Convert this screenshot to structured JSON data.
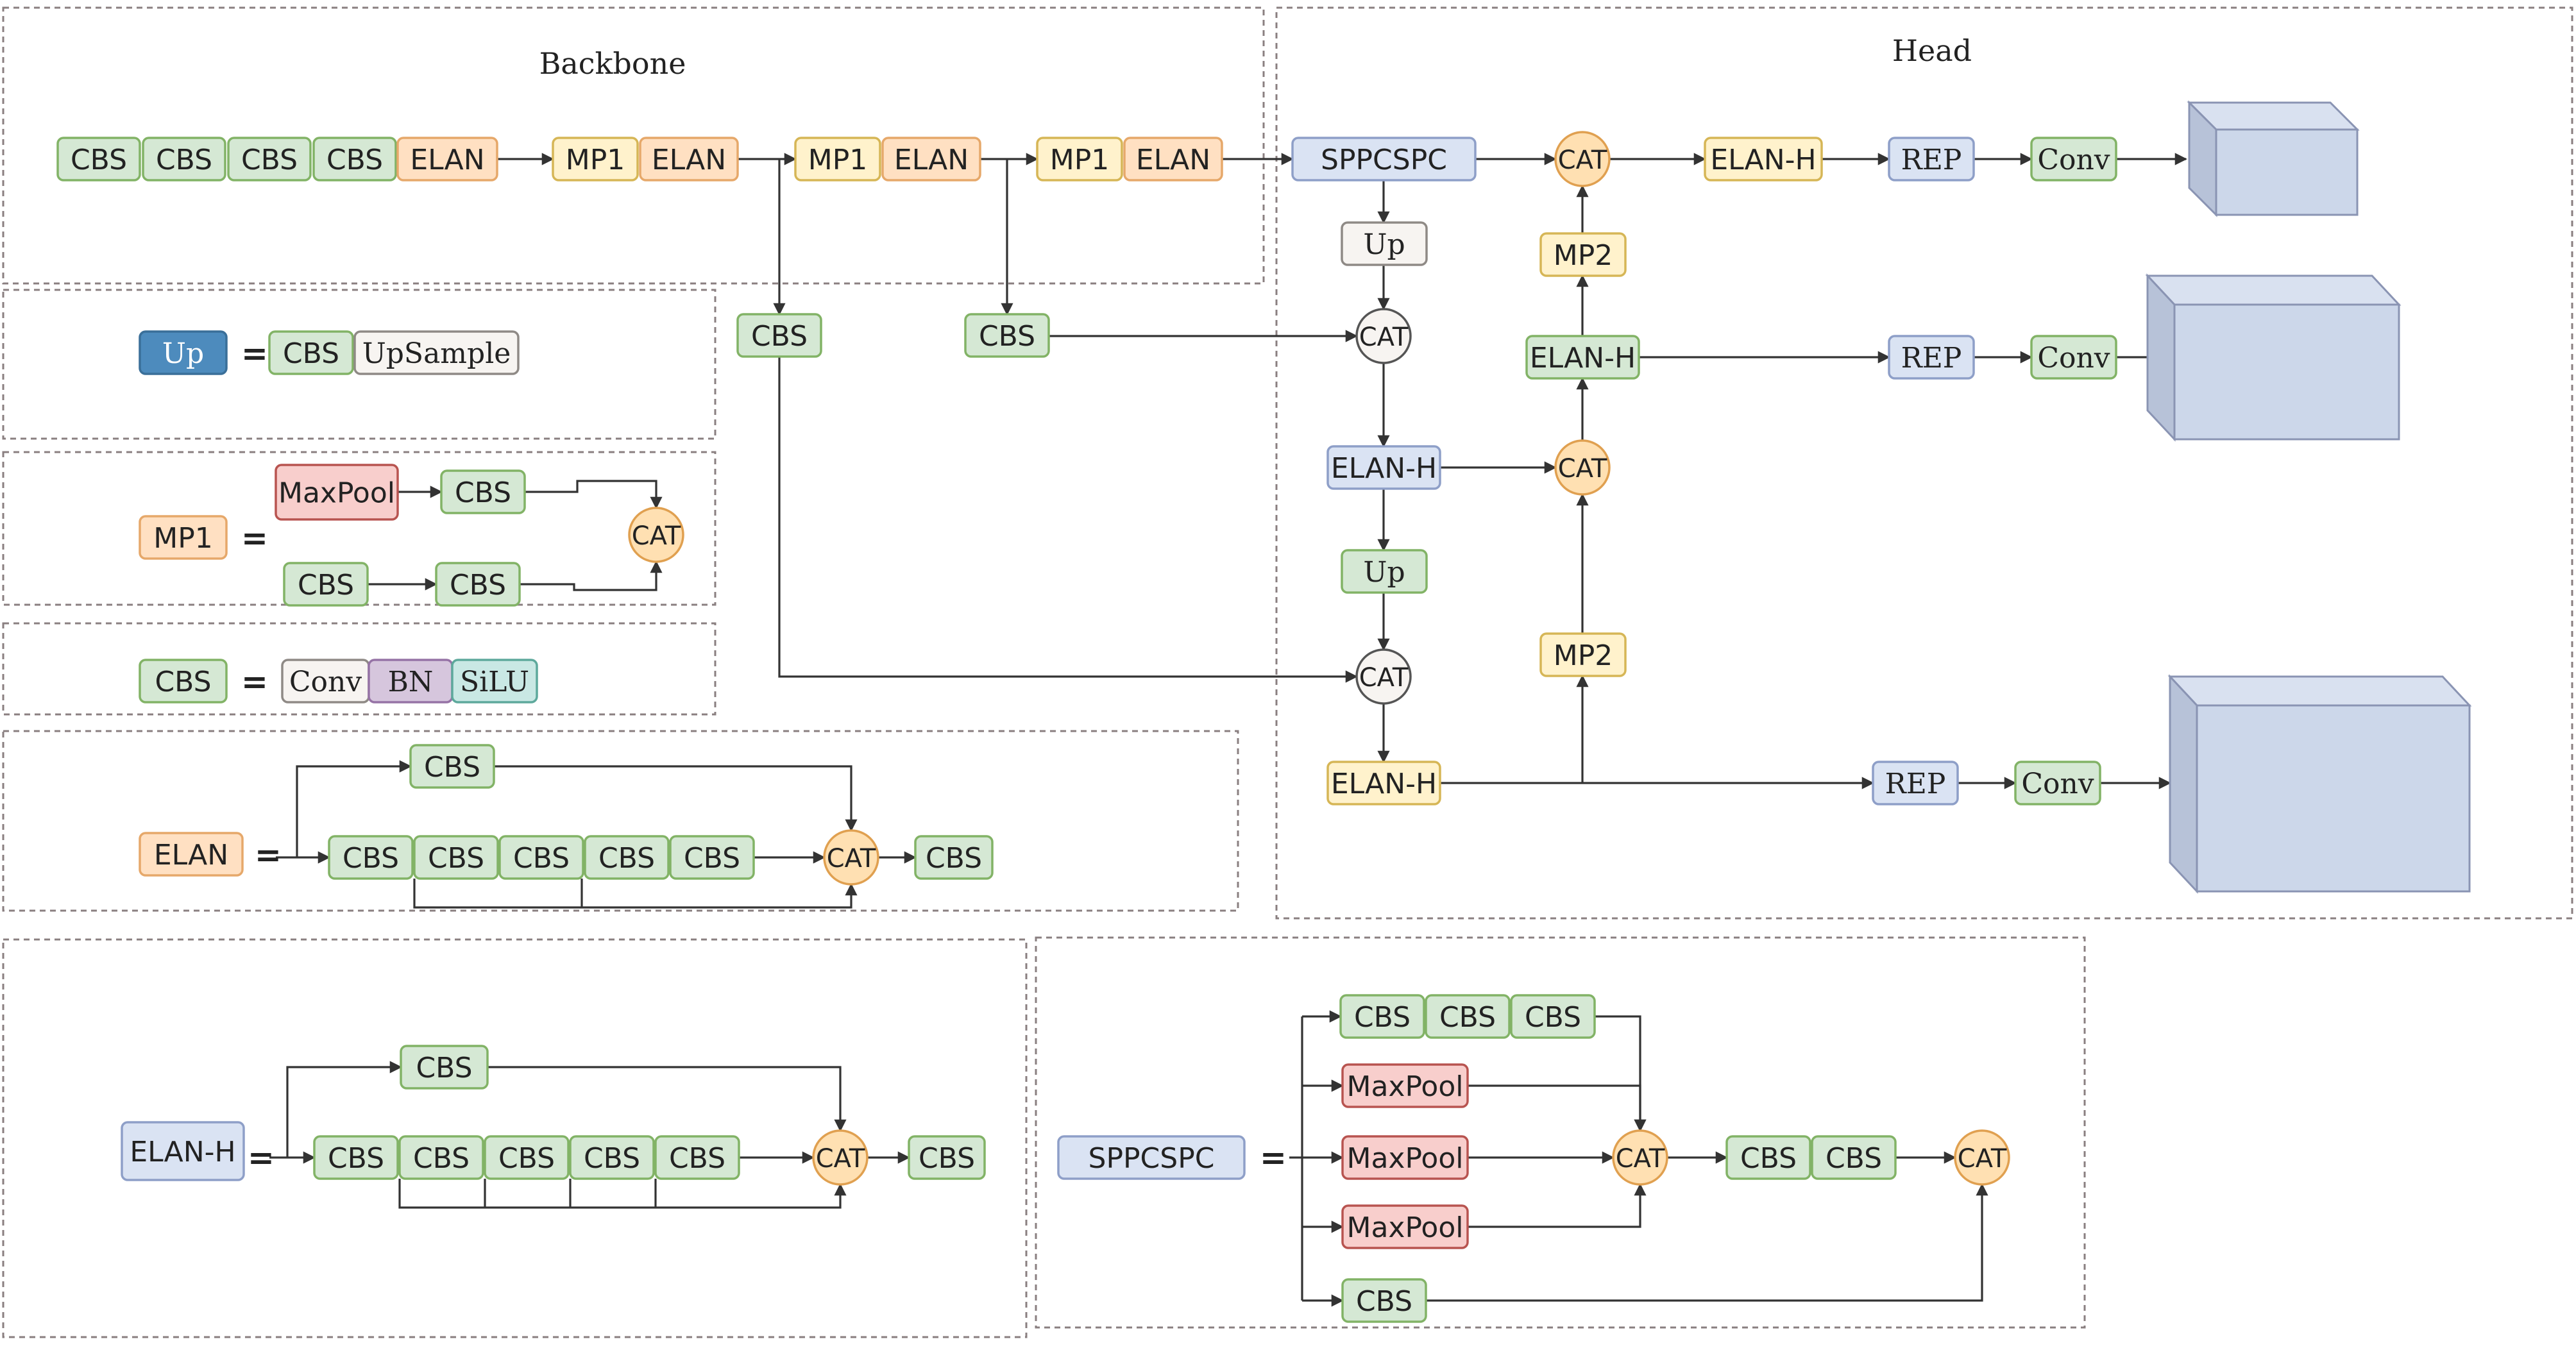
{
  "sections": {
    "backbone": "Backbone",
    "head": "Head"
  },
  "colors": {
    "cbs": {
      "fill": "#d5e8d4",
      "stroke": "#82b366"
    },
    "elan": {
      "fill": "#ffe0c2",
      "stroke": "#e6a86a"
    },
    "mp": {
      "fill": "#fff2cc",
      "stroke": "#d6b656"
    },
    "blue_block": {
      "fill": "#dae3f3",
      "stroke": "#8e9fc8"
    },
    "up_legend": {
      "fill": "#4d8bbd",
      "stroke": "#3a6f99",
      "text": "#ffffff"
    },
    "maxpool": {
      "fill": "#f8cecc",
      "stroke": "#b85450"
    },
    "bn": {
      "fill": "#d6c6dd",
      "stroke": "#9673a6"
    },
    "silu": {
      "fill": "#c9e8e4",
      "stroke": "#5ea99c"
    },
    "neutral": {
      "fill": "#f7f4f1",
      "stroke": "#8f8a86"
    },
    "cat_orange": {
      "fill": "#ffe0b2",
      "stroke": "#e0a050"
    },
    "cat_neutral": {
      "fill": "#f7f4f1",
      "stroke": "#555555"
    },
    "cube": {
      "front": "#ccd7ea",
      "top": "#d9e1f0",
      "side": "#b7c2d8",
      "stroke": "#8a94b3"
    }
  },
  "labels": {
    "cbs": "CBS",
    "elan": "ELAN",
    "elan_h": "ELAN-H",
    "mp1": "MP1",
    "mp2": "MP2",
    "sppcspc": "SPPCSPC",
    "cat": "CAT",
    "up": "Up",
    "rep": "REP",
    "conv": "Conv",
    "maxpool": "MaxPool",
    "upsample": "UpSample",
    "bn": "BN",
    "silu": "SiLU",
    "equals": "="
  }
}
